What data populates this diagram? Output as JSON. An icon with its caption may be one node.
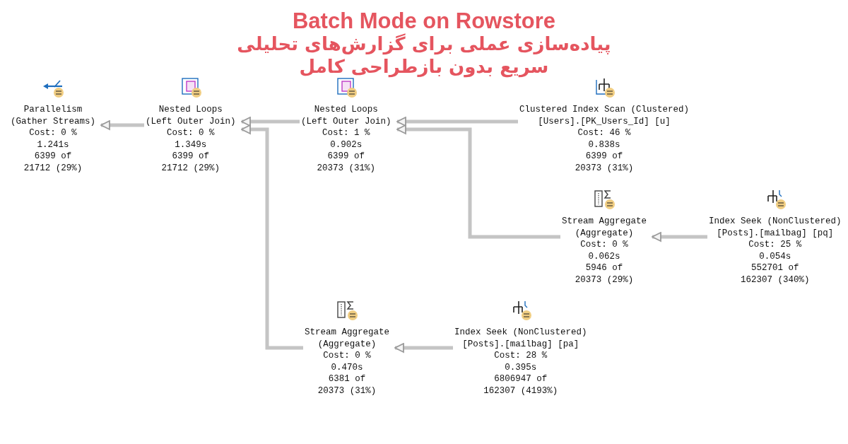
{
  "diagram": {
    "title": "Batch Mode on Rowstore",
    "nodes": [
      {
        "text": [
          "Parallelism",
          "(Gather Streams)",
          "Cost: 0 %",
          "1.241s",
          "6399 of",
          "21712 (29%)"
        ]
      },
      {
        "text": [
          "Nested Loops",
          "(Left Outer Join)",
          "Cost: 0 %",
          "1.349s",
          "6399 of",
          "21712 (29%)"
        ]
      },
      {
        "text": [
          "Nested Loops",
          "(Left Outer Join)",
          "Cost: 1 %",
          "0.902s",
          "6399 of",
          "20373 (31%)"
        ]
      },
      {
        "text": [
          "Clustered Index Scan (Clustered)",
          "[Users].[PK_Users_Id] [u]",
          "Cost: 46 %",
          "0.838s",
          "6399 of",
          "20373 (31%)"
        ]
      },
      {
        "text": [
          "Stream Aggregate",
          "(Aggregate)",
          "Cost: 0 %",
          "0.062s",
          "5946 of",
          "20373 (29%)"
        ]
      },
      {
        "text": [
          "Index Seek (NonClustered)",
          "[Posts].[mailbag] [pq]",
          "Cost: 25 %",
          "0.054s",
          "552701 of",
          "162307 (340%)"
        ]
      },
      {
        "text": [
          "Stream Aggregate",
          "(Aggregate)",
          "Cost: 0 %",
          "0.470s",
          "6381 of",
          "20373 (31%)"
        ]
      },
      {
        "text": [
          "Index Seek (NonClustered)",
          "[Posts].[mailbag] [pa]",
          "Cost: 28 %",
          "0.395s",
          "6806947 of",
          "162307 (4193%)"
        ]
      }
    ],
    "edges": [
      {
        "from": 1,
        "to": 0,
        "arrow": "to"
      },
      {
        "from": 2,
        "to": 1,
        "arrow": "to"
      },
      {
        "from": 6,
        "to": 1,
        "arrow": "to"
      },
      {
        "from": 3,
        "to": 2,
        "arrow": "to"
      },
      {
        "from": 4,
        "to": 2,
        "arrow": "to"
      },
      {
        "from": 5,
        "to": 4,
        "arrow": "to"
      },
      {
        "from": 7,
        "to": 6,
        "arrow": "to"
      }
    ],
    "labels": [
      "پیاده‌سازی عملی برای گزارش‌های تحلیلی سریع بدون بازطراحی کامل"
    ]
  }
}
